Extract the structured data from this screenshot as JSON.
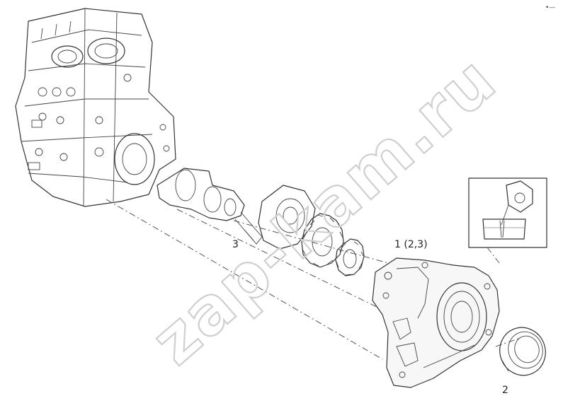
{
  "diagram": {
    "corner_mark": "•—",
    "watermark": "zap-kam.ru",
    "callouts": [
      {
        "id": "item-1",
        "text": "1 (2,3)"
      },
      {
        "id": "item-2",
        "text": "2"
      },
      {
        "id": "item-3",
        "text": "3"
      }
    ],
    "icons": [
      "engine-block-drawing",
      "crankshaft-drawing",
      "gear-drawing",
      "oil-pump-housing-drawing",
      "oil-seal-drawing",
      "oil-pouring-inset-icon"
    ]
  }
}
